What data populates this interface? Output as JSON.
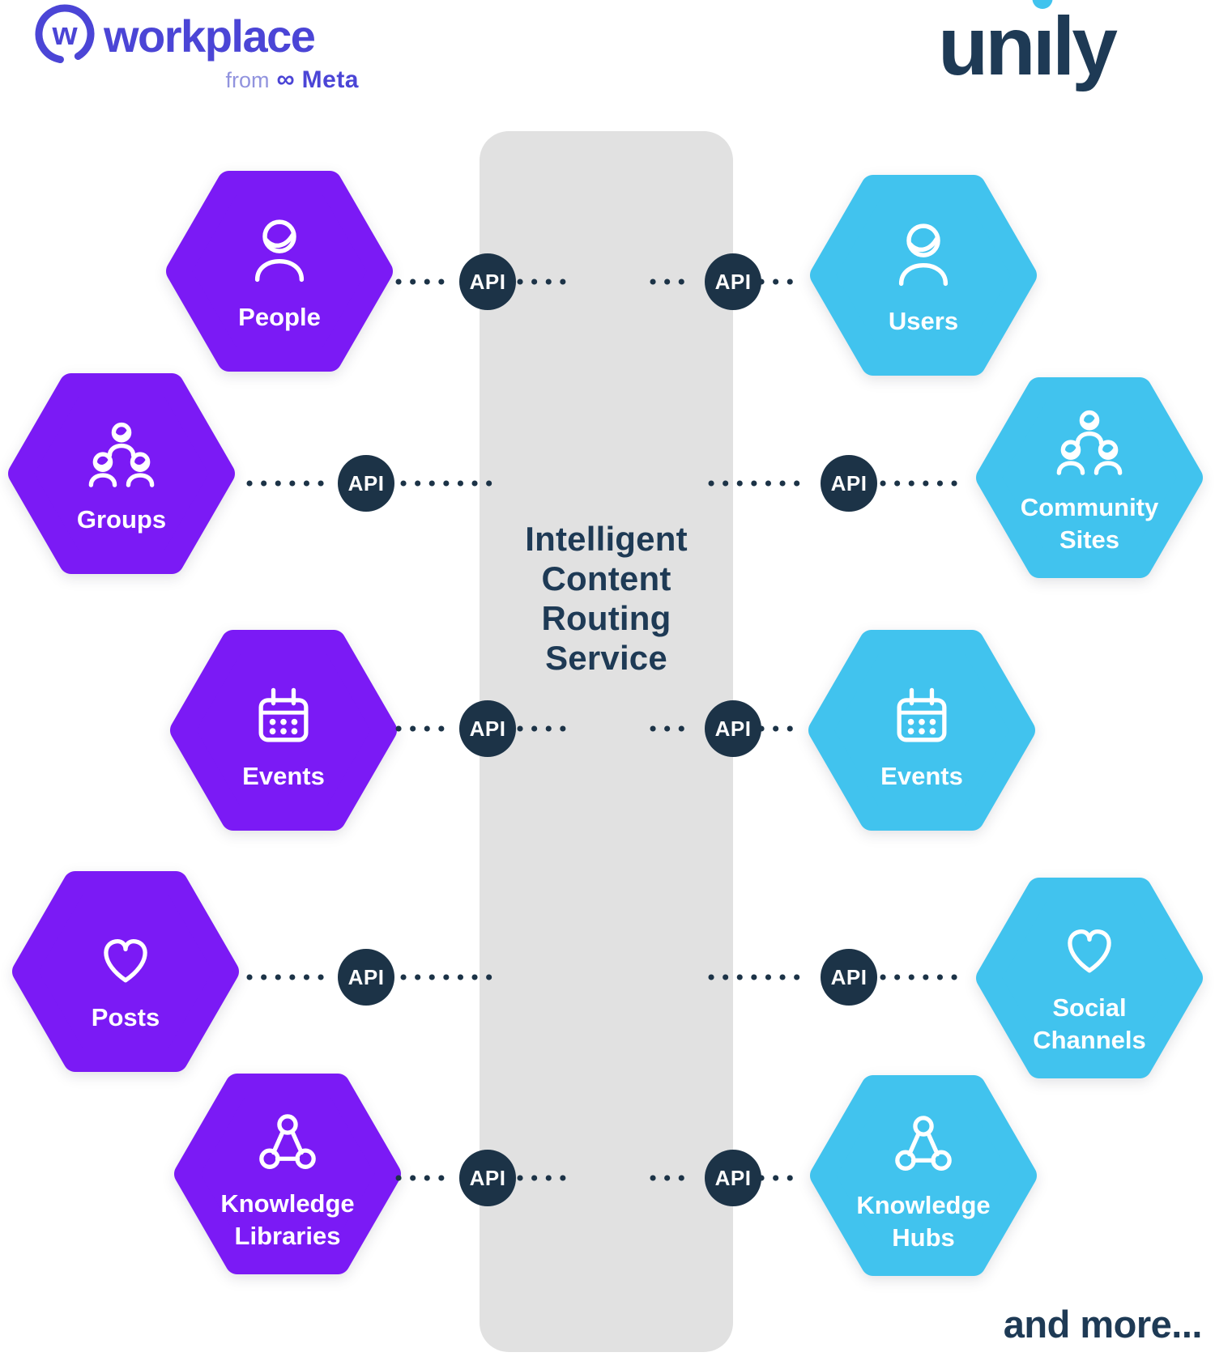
{
  "colors": {
    "workplace_purple": "#7B1AF5",
    "unily_blue": "#41C3EE",
    "navy": "#1C3347",
    "text_navy": "#1E3A55",
    "column_gray": "#E1E1E1",
    "workplace_indigo": "#4B45D6",
    "from_lavender": "#9193DE"
  },
  "logos": {
    "workplace": {
      "name": "workplace",
      "icon": "workplace-w-ring-icon",
      "from_label": "from",
      "meta_infinity": "∞",
      "meta_label": "Meta"
    },
    "unily": {
      "prefix": "un",
      "dotless_i": "ı",
      "suffix": "ly"
    }
  },
  "center": {
    "title": "Intelligent Content Routing Service"
  },
  "api_badge_label": "API",
  "columns": {
    "left": {
      "items": [
        {
          "label": "People",
          "icon": "person"
        },
        {
          "label": "Groups",
          "icon": "people-group"
        },
        {
          "label": "Events",
          "icon": "calendar"
        },
        {
          "label": "Posts",
          "icon": "heart"
        },
        {
          "label": "Knowledge\nLibraries",
          "icon": "network-triangle"
        }
      ]
    },
    "right": {
      "items": [
        {
          "label": "Users",
          "icon": "person"
        },
        {
          "label": "Community\nSites",
          "icon": "people-group"
        },
        {
          "label": "Events",
          "icon": "calendar"
        },
        {
          "label": "Social\nChannels",
          "icon": "heart"
        },
        {
          "label": "Knowledge\nHubs",
          "icon": "network-triangle"
        }
      ]
    }
  },
  "footer": {
    "more_text": "and more..."
  }
}
